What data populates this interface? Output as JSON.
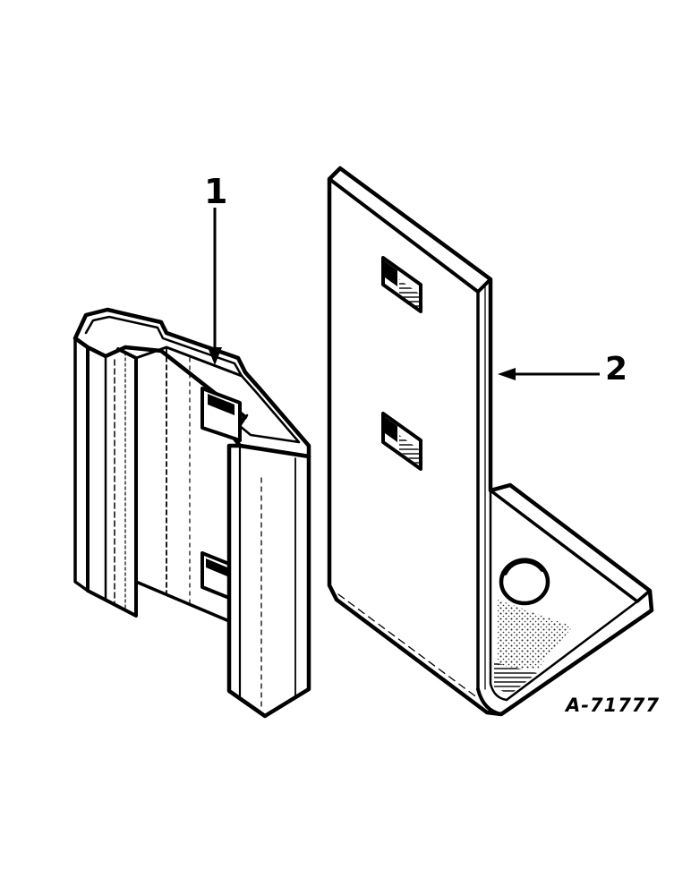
{
  "callouts": {
    "part_1": "1",
    "part_2": "2"
  },
  "reference_code": "A-71777",
  "colors": {
    "line": "#000000",
    "paper": "#ffffff"
  }
}
